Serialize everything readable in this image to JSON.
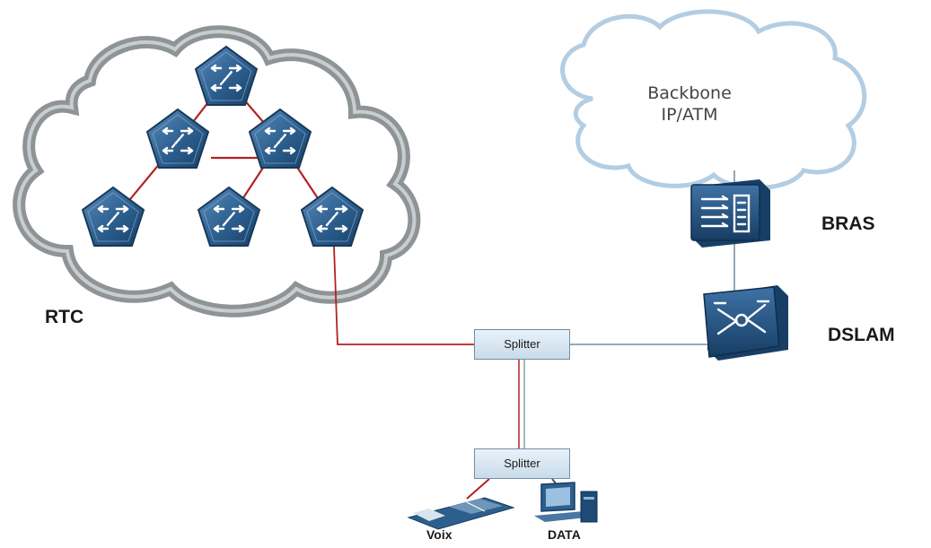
{
  "labels": {
    "rtc": "RTC",
    "backbone_line1": "Backbone",
    "backbone_line2": "IP/ATM",
    "bras": "BRAS",
    "dslam": "DSLAM",
    "splitter_top": "Splitter",
    "splitter_bottom": "Splitter",
    "voix": "Voix",
    "data": "DATA"
  },
  "nodes": [
    {
      "id": "switch-top",
      "type": "switch-icon"
    },
    {
      "id": "switch-mid-left",
      "type": "switch-icon"
    },
    {
      "id": "switch-mid-right",
      "type": "switch-icon"
    },
    {
      "id": "switch-bottom-left",
      "type": "switch-icon"
    },
    {
      "id": "switch-bottom-center",
      "type": "switch-icon"
    },
    {
      "id": "switch-bottom-right",
      "type": "switch-icon"
    },
    {
      "id": "bras",
      "type": "bras-router-icon"
    },
    {
      "id": "dslam",
      "type": "dslam-icon"
    },
    {
      "id": "phone",
      "type": "telephone-icon"
    },
    {
      "id": "computer",
      "type": "computer-icon"
    }
  ],
  "colors": {
    "rtc_link": "#b22222",
    "data_link": "#8c9ea9",
    "device_blue": "#2c5f8e",
    "cloud_outline": "#8e9396"
  }
}
